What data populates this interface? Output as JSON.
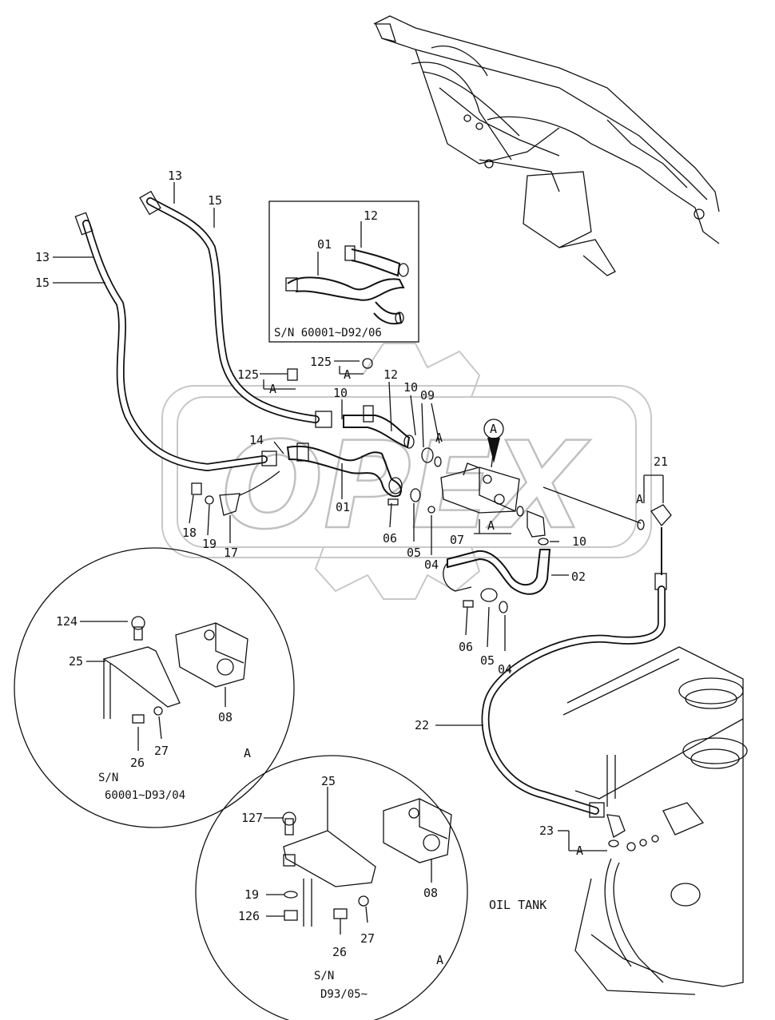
{
  "watermark": {
    "text": "OPEX"
  },
  "part_labels": {
    "p13a": "13",
    "p15a": "15",
    "p13b": "13",
    "p15b": "15",
    "p12_inset": "12",
    "p01_inset": "01",
    "inset_sn": "S/N  60001~D92/06",
    "p125a": "125",
    "p125b": "125",
    "pA1": "A",
    "pA2": "A",
    "p10a": "10",
    "p12": "12",
    "p10b": "10",
    "p09": "09",
    "pA3": "A",
    "pA_detail": "A",
    "p14": "14",
    "p01": "01",
    "p18": "18",
    "p19": "19",
    "p17": "17",
    "p06a": "06",
    "p05a": "05",
    "p04a": "04",
    "p07": "07",
    "pA4": "A",
    "p10c": "10",
    "p21": "21",
    "pA5": "A",
    "p02": "02",
    "p06b": "06",
    "p05b": "05",
    "p04b": "04",
    "p22": "22",
    "p23": "23",
    "pA6": "A",
    "oil_tank": "OIL  TANK"
  },
  "detail_a_top": {
    "p124": "124",
    "p25": "25",
    "p08": "08",
    "p26": "26",
    "p27": "27",
    "letter": "A",
    "sn_line1": "S/N",
    "sn_line2": "60001~D93/04"
  },
  "detail_a_bottom": {
    "p25": "25",
    "p127": "127",
    "p08": "08",
    "p19": "19",
    "p126": "126",
    "p26": "26",
    "p27": "27",
    "letter": "A",
    "sn_line1": "S/N",
    "sn_line2": "D93/05~"
  }
}
